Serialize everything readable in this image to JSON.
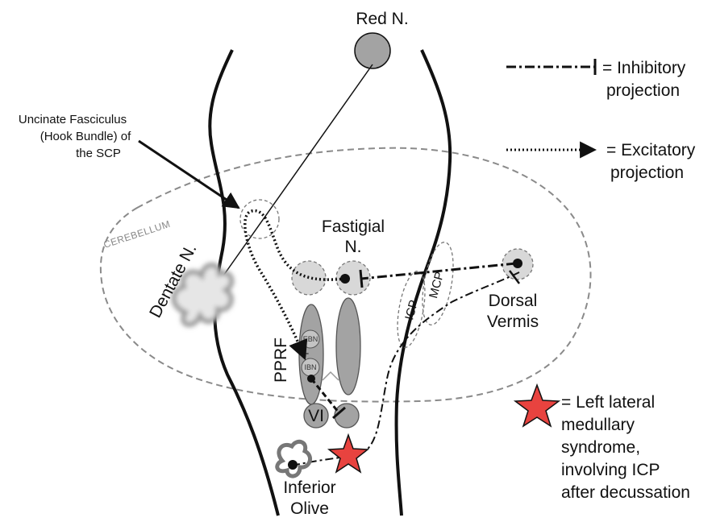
{
  "labels": {
    "red_nucleus": "Red N.",
    "uncinate_line1": "Uncinate Fasciculus",
    "uncinate_line2": "(Hook Bundle) of",
    "uncinate_line3": "the SCP",
    "cerebellum": "CEREBELLUM",
    "dentate": "Dentate N.",
    "fastigial_line1": "Fastigial",
    "fastigial_line2": "N.",
    "icp": "ICP",
    "mcp": "MCP",
    "dorsal_vermis_line1": "Dorsal",
    "dorsal_vermis_line2": "Vermis",
    "pprf": "PPRF",
    "ebn": "EBN",
    "plus": "+",
    "ibn": "IBN",
    "vi": "VI",
    "inferior_olive_line1": "Inferior",
    "inferior_olive_line2": "Olive"
  },
  "legend": {
    "inhibitory_line1": "= Inhibitory",
    "inhibitory_line2": "projection",
    "excitatory_line1": "= Excitatory",
    "excitatory_line2": "projection",
    "star_line1": "= Left lateral",
    "star_line2": "medullary",
    "star_line3": "syndrome,",
    "star_line4": "involving ICP",
    "star_line5": "after decussation"
  },
  "colors": {
    "star_fill": "#e8433f",
    "structure_fill": "#a3a3a3",
    "light_fill": "#d8d8d8",
    "cerebellum_outline": "#8a8a8a"
  }
}
